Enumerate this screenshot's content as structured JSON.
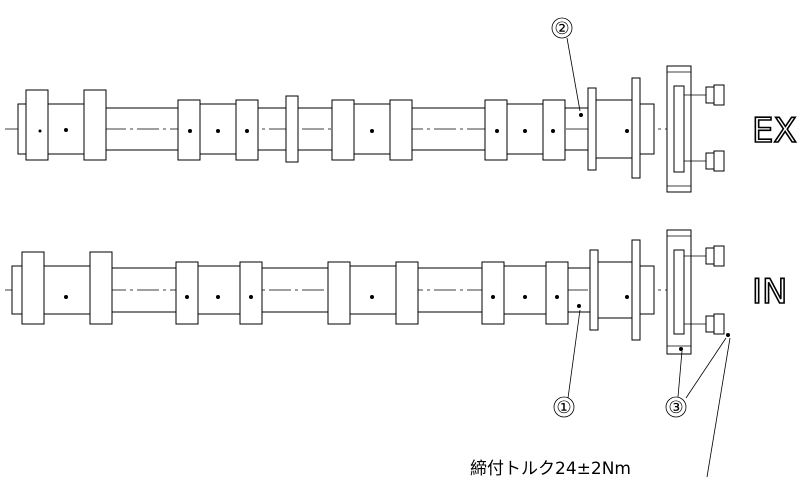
{
  "labels": {
    "exhaust": "EX",
    "intake": "IN"
  },
  "callouts": {
    "c1": "①",
    "c2": "②",
    "c3": "③"
  },
  "torque_note": "締付トルク24±2Nm"
}
